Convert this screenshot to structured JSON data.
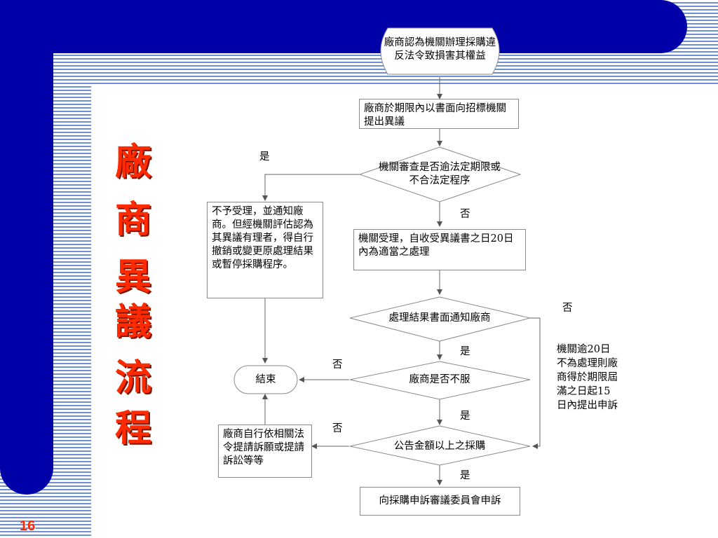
{
  "sidebar": {
    "title_chars": [
      "廠",
      "商",
      "異",
      "議",
      "流",
      "程"
    ],
    "page_number": "16"
  },
  "flow": {
    "start": "廠商認為機關辦理採購違反法令致損害其權益",
    "step_objection": "廠商於期限內以書面向招標機關提出異議",
    "decision_deadline": "機關審查是否逾法定期限或不合法定程序",
    "reject_box": "不予受理，並通知廠商。但經機關評估認為其異議有理者，得自行撤銷或變更原處理結果或暫停採購程序。",
    "accept_box": "機關受理，自收受異議書之日20日內為適當之處理",
    "decision_notify": "處理結果書面通知廠商",
    "decision_disagree": "廠商是否不服",
    "end": "結束",
    "decision_amount": "公告金額以上之採購",
    "appeal_box": "向採購申訴審議委員會申訴",
    "other_box": "廠商自行依相關法令提請訴願或提請訴訟等等",
    "timeout_note": "機關逾20日不為處理則廠商得於期限屆滿之日起15日內提出申訴"
  },
  "labels": {
    "yes_deadline": "是",
    "no_deadline": "否",
    "no_notify": "否",
    "yes_notify": "是",
    "no_disagree": "否",
    "yes_disagree": "是",
    "no_amount": "否",
    "yes_amount": "是"
  },
  "colors": {
    "navy": "#0000a8",
    "stripe": "#6e8fd8",
    "title_red": "#ff2a00"
  }
}
